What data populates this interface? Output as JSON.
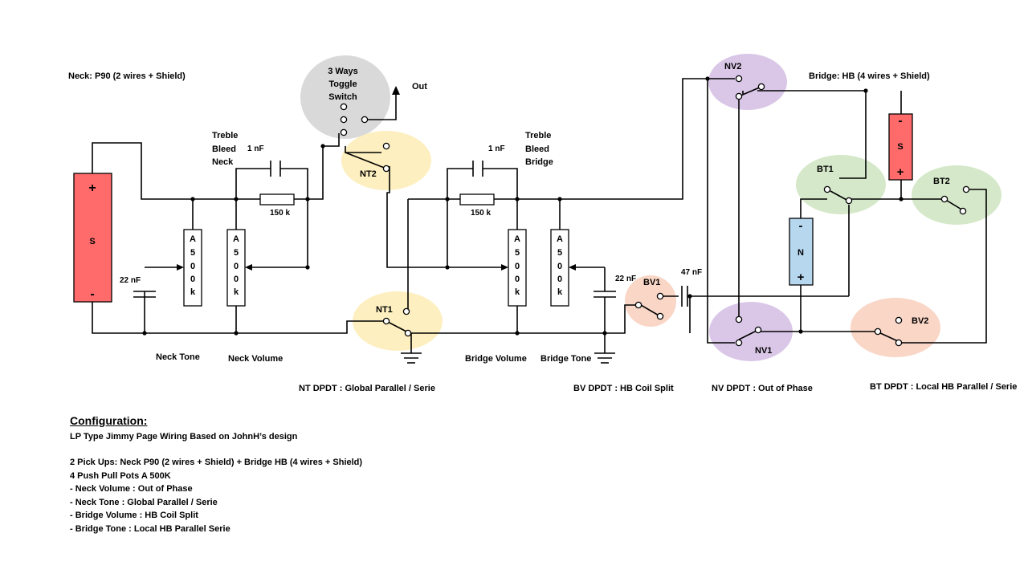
{
  "labels": {
    "neck_pickup": "Neck: P90 (2 wires + Shield)",
    "bridge_pickup": "Bridge: HB (4 wires + Shield)",
    "toggle_line1": "3 Ways",
    "toggle_line2": "Toggle",
    "toggle_line3": "Switch",
    "out": "Out",
    "treble_bleed_neck_1": "Treble",
    "treble_bleed_neck_2": "Bleed",
    "treble_bleed_neck_3": "Neck",
    "treble_bleed_bridge_1": "Treble",
    "treble_bleed_bridge_2": "Bleed",
    "treble_bleed_bridge_3": "Bridge",
    "cap_1nf": "1 nF",
    "res_150k": "150 k",
    "cap_22nf": "22 nF",
    "cap_47nf": "47 nF",
    "pot_chars": [
      "A",
      "5",
      "0",
      "0",
      "k"
    ],
    "pickup_s": "S",
    "pickup_n": "N",
    "plus": "+",
    "minus": "-",
    "switches": {
      "nt1": "NT1",
      "nt2": "NT2",
      "nv1": "NV1",
      "nv2": "NV2",
      "bt1": "BT1",
      "bt2": "BT2",
      "bv1": "BV1",
      "bv2": "BV2"
    },
    "neck_tone": "Neck Tone",
    "neck_volume": "Neck Volume",
    "bridge_volume": "Bridge Volume",
    "bridge_tone": "Bridge Tone",
    "nt_dpdt": "NT DPDT : Global Parallel / Serie",
    "bv_dpdt": "BV DPDT : HB Coil Split",
    "nv_dpdt": "NV DPDT : Out of  Phase",
    "bt_dpdt": "BT DPDT : Local HB Parallel / Serie"
  },
  "colors": {
    "pickup_red": "#ff6b6b",
    "pickup_blue": "#b7d7ef",
    "toggle_gray": "#d9d9d9",
    "nt_yellow": "#fdefbf",
    "nv_purple": "#dac7e8",
    "bt_green": "#d5e8c9",
    "bv_peach": "#f9d6c6"
  },
  "configuration": {
    "title": "Configuration:",
    "line1": "LP Type Jimmy Page Wiring Based on JohnH’s design",
    "line2": "2 Pick Ups: Neck P90 (2 wires + Shield) + Bridge HB (4 wires + Shield)",
    "line3": "4 Push Pull Pots A 500K",
    "line4": "- Neck Volume : Out of Phase",
    "line5": "- Neck Tone : Global Parallel / Serie",
    "line6": "- Bridge Volume : HB Coil Split",
    "line7": "- Bridge Tone : Local HB Parallel Serie"
  }
}
